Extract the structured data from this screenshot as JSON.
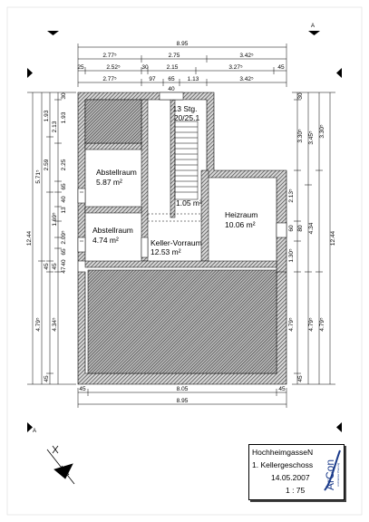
{
  "plan": {
    "dims_top": {
      "overall": "8.95",
      "row1": [
        "2.77⁵",
        "2.75",
        "3.42⁵"
      ],
      "row2": [
        "25",
        "2.52⁵",
        "30",
        "2.15",
        "3.27⁵",
        "45"
      ],
      "row3": [
        "2.77⁵",
        "97",
        "65",
        "1.13",
        "3.42⁵"
      ],
      "door_width": "40"
    },
    "dims_bottom": {
      "row1": [
        "45",
        "8.05",
        "45"
      ],
      "overall": "8.95"
    },
    "dims_left": {
      "overall": "12.44",
      "c1": [
        "5.71⁵",
        "4.79⁵"
      ],
      "c2": [
        "1.93",
        "2.59",
        "45",
        "45"
      ],
      "c3": [
        "2.13",
        "1.69⁵",
        "4.34⁵"
      ],
      "c4": [
        "30",
        "1.93",
        "2.25",
        "40",
        "65",
        "13",
        "2.09⁵",
        "45",
        "40",
        "65",
        "47"
      ]
    },
    "dims_right": {
      "overall": "12.44",
      "c1": [
        "3.30⁵",
        "4.79⁵"
      ],
      "c2": [
        "3.45⁵",
        "4.34"
      ],
      "c3": [
        "30",
        "3.30⁵",
        "2.13⁵",
        "60",
        "80",
        "1.30⁵",
        "4.79⁵",
        "45",
        "4.79⁵"
      ]
    },
    "rooms": [
      {
        "name": "Abstellraum",
        "area": "5.87 m²"
      },
      {
        "name": "Abstellraum",
        "area": "4.74 m²"
      },
      {
        "name": "Keller-Vorraum",
        "area": "12.53 m²"
      },
      {
        "name": "Heizraum",
        "area": "10.06 m²"
      }
    ],
    "stair_label": "13 Stg.",
    "stair_ratio": "20/25.1",
    "landing_area": "1.05 m²",
    "section_markers": [
      "A",
      "A"
    ]
  },
  "title_block": {
    "project": "HochheimgasseN",
    "floor": "1. Kellergeschoss",
    "date": "14.05.2007",
    "scale": "1 : 75",
    "logo_text": "ArCon",
    "logo_subtext": "Architektur Planung"
  },
  "colors": {
    "wall_hatch": "#555555",
    "line": "#000000",
    "background": "#ffffff"
  },
  "icons": [
    "north-arrow-icon",
    "corner-triangle-icon"
  ]
}
